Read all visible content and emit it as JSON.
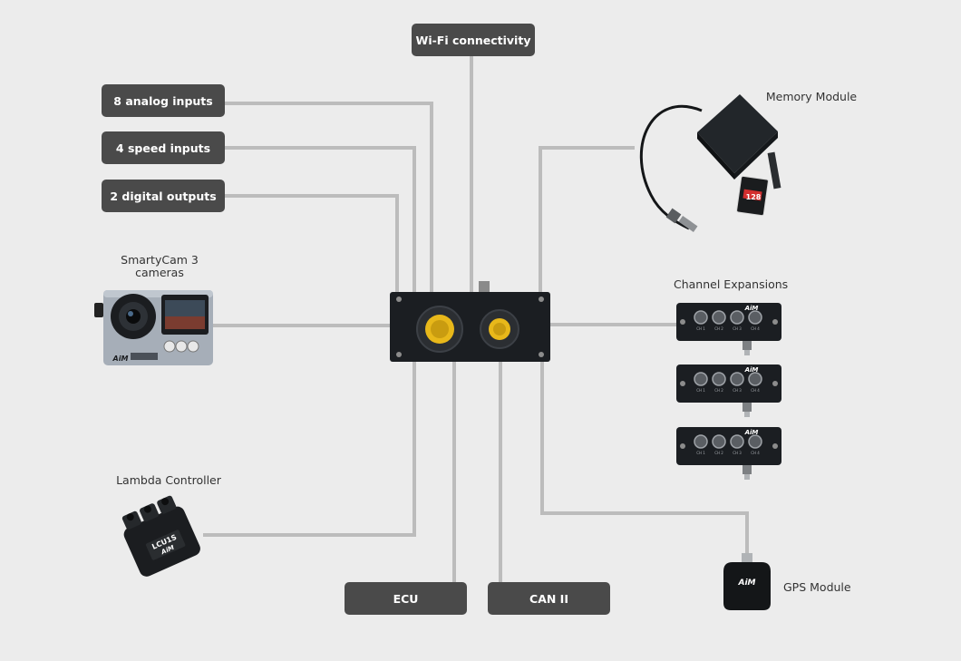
{
  "pills": {
    "wifi": "Wi-Fi connectivity",
    "analog": "8 analog inputs",
    "speed": "4 speed inputs",
    "digital": "2 digital outputs",
    "ecu": "ECU",
    "can": "CAN II"
  },
  "labels": {
    "memory": "Memory Module",
    "smartycam_line1": "SmartyCam 3",
    "smartycam_line2": "cameras",
    "channel": "Channel Expansions",
    "lambda": "Lambda Controller",
    "gps": "GPS Module"
  },
  "device_text": {
    "aim_logo": "AiM",
    "lcu_model": "LCU1S",
    "sd_card_capacity": "128",
    "channel_ports": [
      "CH 1",
      "CH 2",
      "CH 3",
      "CH 4"
    ]
  },
  "colors": {
    "background": "#ececec",
    "pill": "#4a4a4a",
    "line": "#bcbcbc",
    "device": "#1b1e22",
    "connector": "#e8b81a"
  }
}
